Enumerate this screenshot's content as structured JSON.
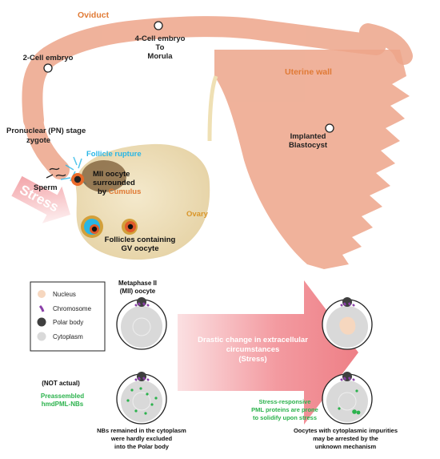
{
  "top": {
    "oviduct": "Oviduct",
    "uterine_wall": "Uterine wall",
    "embryo4_l1": "4-Cell embryo",
    "embryo4_l2": "To",
    "embryo4_l3": "Morula",
    "embryo2": "2-Cell embryo",
    "implanted_l1": "Implanted",
    "implanted_l2": "Blastocyst",
    "pn_l1": "Pronuclear (PN) stage",
    "pn_l2": "zygote",
    "follicle_rupture": "Follicle rupture",
    "sperm": "Sperm",
    "mii_l1": "MII oocyte",
    "mii_l2": "surrounded",
    "mii_l3_a": "by ",
    "mii_l3_b": "Cumulus",
    "ovary": "Ovary",
    "stress": "Stress",
    "follicles_l1": "Follicles containing",
    "follicles_l2": "GV oocyte"
  },
  "legend": {
    "items": [
      {
        "label": "Nucleus",
        "color": "#f6d7bf"
      },
      {
        "label": "Chromosome",
        "color": "#8a3fa8"
      },
      {
        "label": "Polar body",
        "color": "#3f3f3f"
      },
      {
        "label": "Cytoplasm",
        "color": "#d9d9d9"
      }
    ]
  },
  "bottom": {
    "metaphase_l1": "Metaphase II",
    "metaphase_l2": "(MII) oocyte",
    "not_actual": "(NOT actual)",
    "preassembled_l1": "Preassembled",
    "preassembled_l2": "hmdPML-NBs",
    "arrow_l1": "Drastic change in extracellular",
    "arrow_l2": "circumstances",
    "arrow_l3": "(Stress)",
    "stressresp_l1": "Stress-responsive",
    "stressresp_l2": "PML proteins are prone",
    "stressresp_l3": "to solidify upon stress",
    "nbs_l1": "NBs remained in the cytoplasm",
    "nbs_l2": "were hardly excluded",
    "nbs_l3": "into the Polar body",
    "oocytes_l1": "Oocytes with cytoplasmic impurities",
    "oocytes_l2": "may be arrested by the",
    "oocytes_l3": "unknown mechanism"
  },
  "colors": {
    "tract": "#eda58a",
    "label_orange": "#e07a35",
    "ovary_fill": "#efe2c0",
    "ovary_text": "#d9962a",
    "rupture_cyan": "#28b6e6",
    "green": "#2bb24c",
    "arrow_pink": "#f0878c",
    "stress_pink": "#f6b0b4"
  }
}
